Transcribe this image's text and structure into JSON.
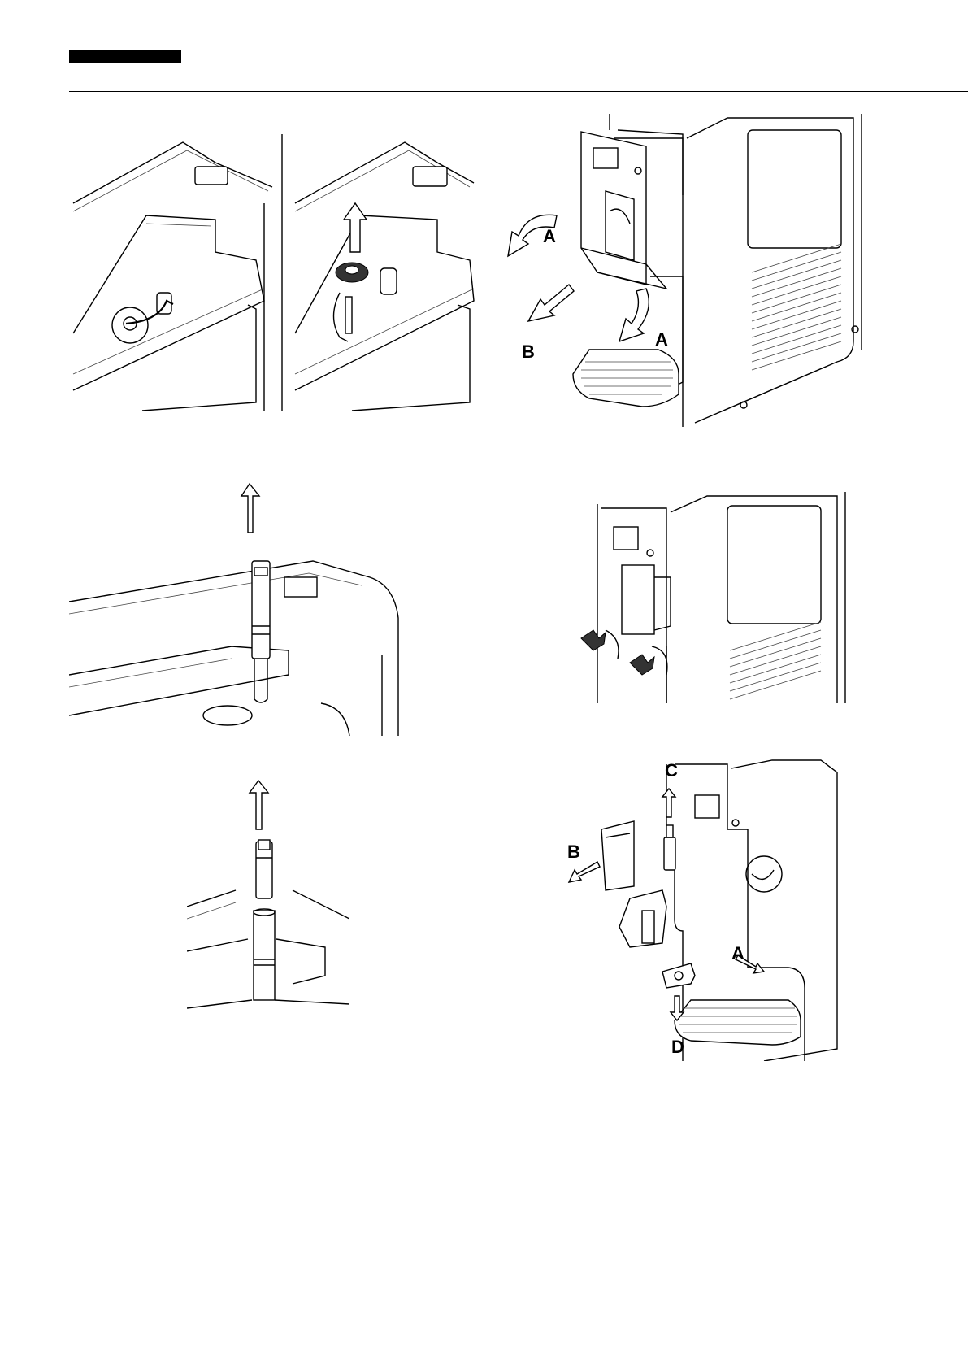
{
  "figures": {
    "front_panel": {
      "labels": [
        "A",
        "B",
        "A"
      ]
    },
    "dispenser_parts": {
      "labels": [
        "C",
        "B",
        "A",
        "D"
      ]
    }
  },
  "footer": {
    "text": ""
  }
}
